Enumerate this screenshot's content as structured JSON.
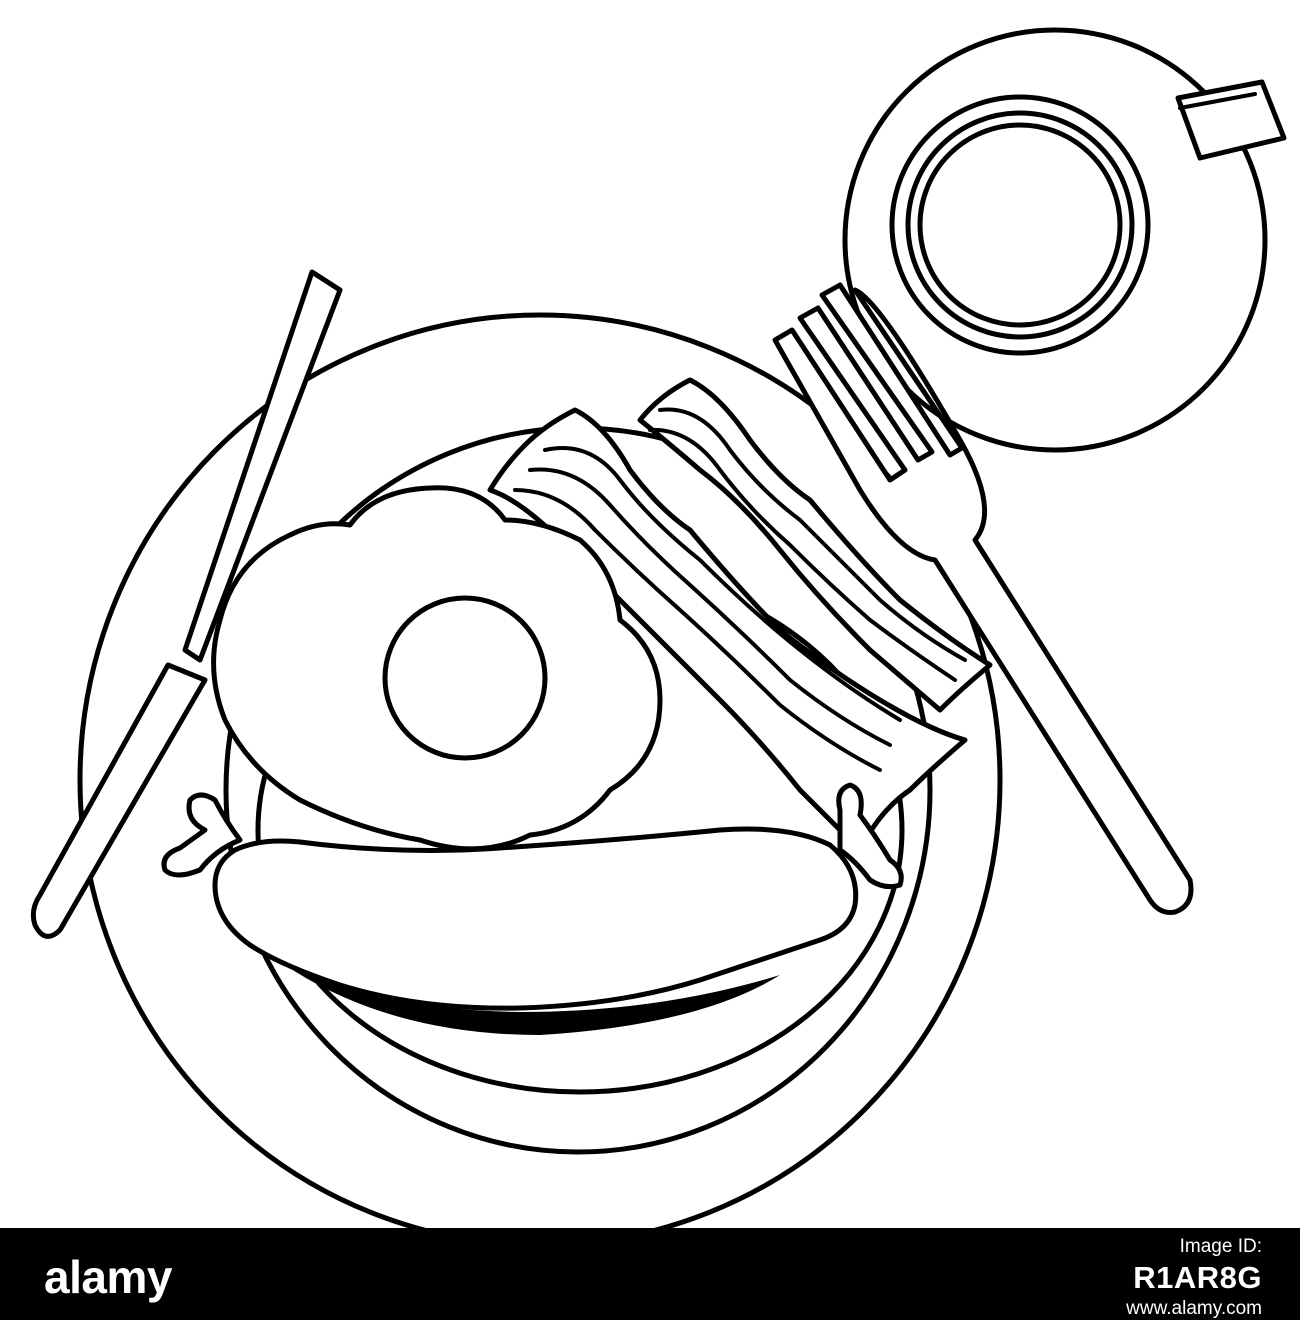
{
  "watermark": {
    "brand": "alamy",
    "image_id_label": "Image ID:",
    "image_id": "R1AR8G",
    "url": "www.alamy.com"
  },
  "colors": {
    "ink": "#000000",
    "paper": "#ffffff",
    "footer_bg": "#000000",
    "footer_text": "#ffffff"
  }
}
